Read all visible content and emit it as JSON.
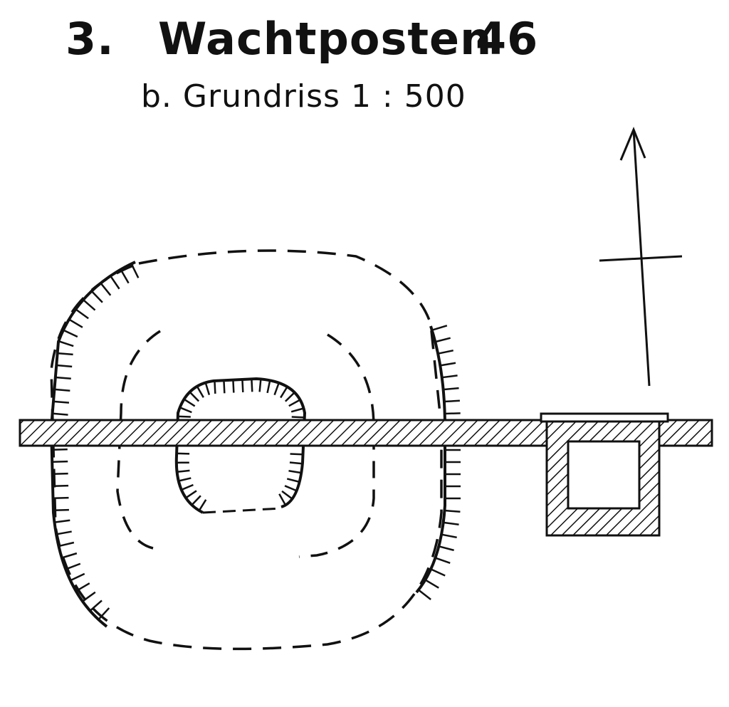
{
  "figure": {
    "number": "3.",
    "name": "Wachtposten",
    "id": "46",
    "subtitle": "b.  Grundriss 1 : 500"
  },
  "colors": {
    "ink": "#111111",
    "paper": "#ffffff"
  },
  "icons": {
    "north": "north-arrow-icon"
  }
}
